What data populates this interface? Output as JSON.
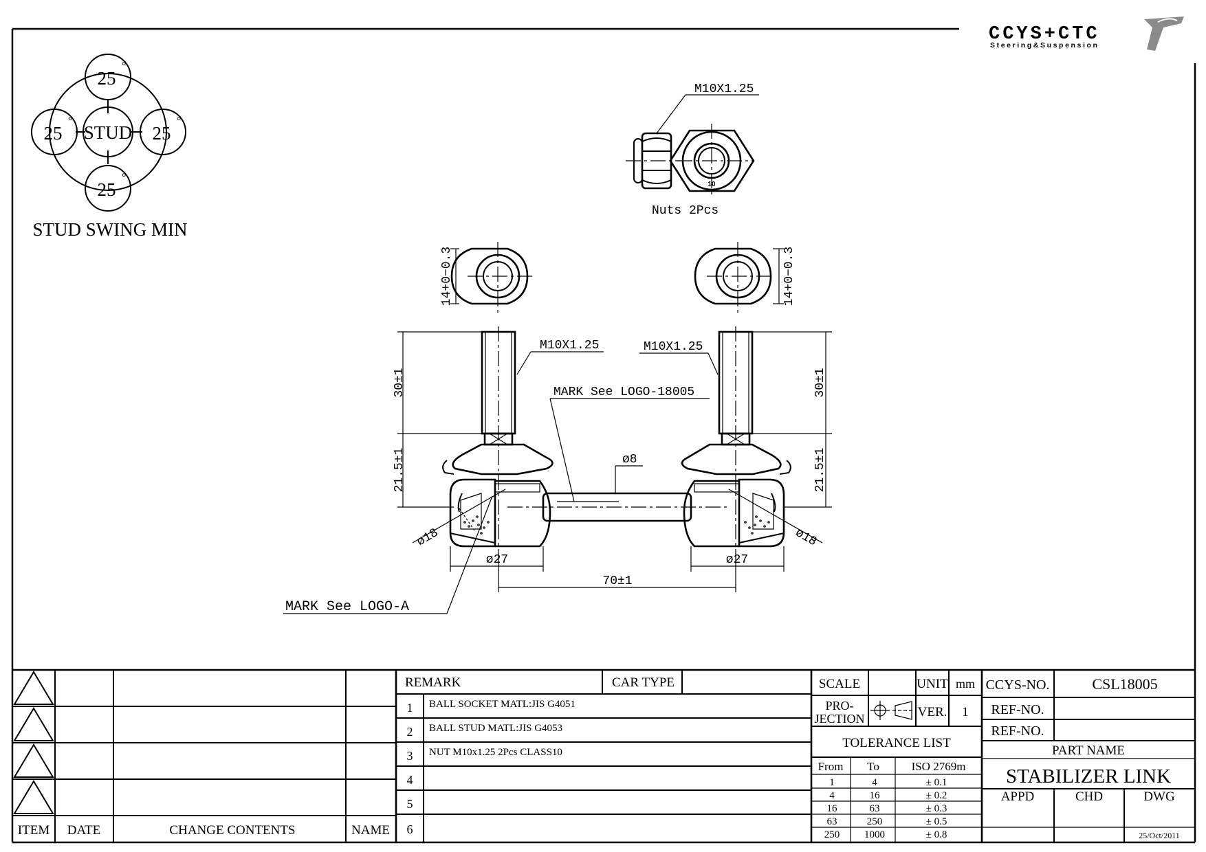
{
  "logo": {
    "brand": "CCYS+CTC",
    "tagline": "Steering&Suspension"
  },
  "swing": {
    "center_label": "STUD",
    "angles": [
      "25",
      "25",
      "25",
      "25"
    ],
    "degree_mark": "°",
    "caption": "STUD SWING MIN"
  },
  "nut_view": {
    "thread_label": "M10X1.25",
    "size_mark": "10",
    "caption": "Nuts 2Pcs"
  },
  "dimensions": {
    "left_eye": "14+0−0.3",
    "right_eye": "14+0−0.3",
    "left_thread": "M10X1.25",
    "right_thread": "M10X1.25",
    "mark_top": "MARK See LOGO-18005",
    "bar_dia": "ø8",
    "left_height_upper": "30±1",
    "left_height_lower": "21.5±1",
    "right_height_upper": "30±1",
    "right_height_lower": "21.5±1",
    "left_ball": "ø18",
    "right_ball": "ø18",
    "left_housing": "ø27",
    "right_housing": "ø27",
    "center_distance": "70±1",
    "mark_bottom": "MARK See LOGO-A"
  },
  "revision_table": {
    "headers": [
      "ITEM",
      "DATE",
      "CHANGE CONTENTS",
      "NAME"
    ]
  },
  "remarks": {
    "header": "REMARK",
    "car_type_label": "CAR TYPE",
    "items": [
      {
        "no": "1",
        "text": "BALL SOCKET MATL:JIS G4051"
      },
      {
        "no": "2",
        "text": "BALL STUD MATL:JIS G4053"
      },
      {
        "no": "3",
        "text": "NUT M10x1.25 2Pcs CLASS10"
      },
      {
        "no": "4",
        "text": ""
      },
      {
        "no": "5",
        "text": ""
      },
      {
        "no": "6",
        "text": ""
      }
    ]
  },
  "spec": {
    "scale_label": "SCALE",
    "unit_label": "UNIT",
    "unit_value": "mm",
    "projection_label_1": "PRO-",
    "projection_label_2": "JECTION",
    "ver_label": "VER.",
    "ver_value": "1",
    "tolerance_title": "TOLERANCE LIST",
    "tol_headers": [
      "From",
      "To",
      "ISO 2769m"
    ],
    "tolerances": [
      {
        "from": "1",
        "to": "4",
        "tol": "± 0.1"
      },
      {
        "from": "4",
        "to": "16",
        "tol": "± 0.2"
      },
      {
        "from": "16",
        "to": "63",
        "tol": "± 0.3"
      },
      {
        "from": "63",
        "to": "250",
        "tol": "± 0.5"
      },
      {
        "from": "250",
        "to": "1000",
        "tol": "± 0.8"
      }
    ]
  },
  "title_block": {
    "ccys_no_label": "CCYS-NO.",
    "ccys_no": "CSL18005",
    "ref_no_label_1": "REF-NO.",
    "ref_no_label_2": "REF-NO.",
    "part_name_label": "PART NAME",
    "part_name": "STABILIZER LINK",
    "appd": "APPD",
    "chd": "CHD",
    "dwg": "DWG",
    "date": "25/Oct/2011"
  }
}
